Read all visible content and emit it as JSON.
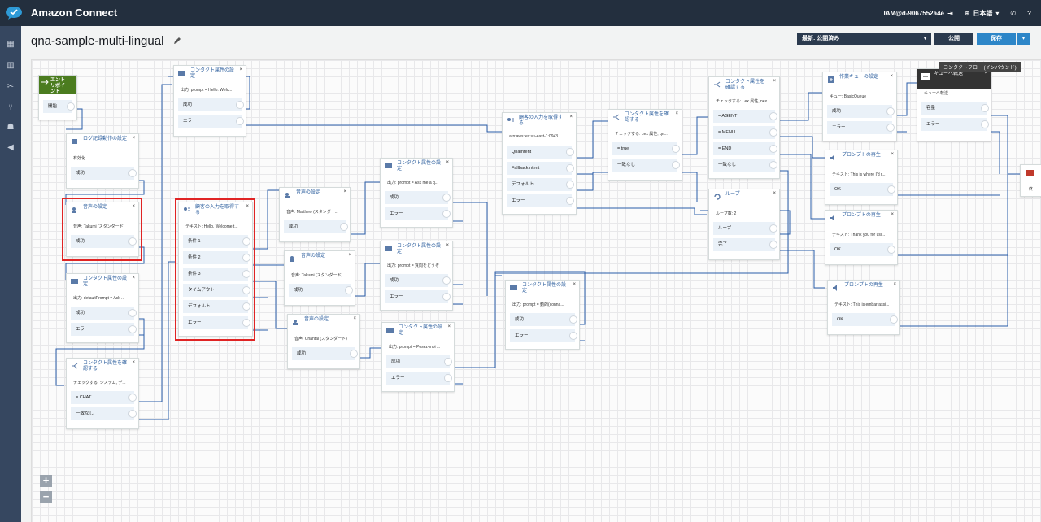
{
  "app": {
    "brand": "Amazon Connect"
  },
  "topbar": {
    "user": "IAM@d-9067552a4e",
    "language": "日本語",
    "help": "?"
  },
  "header": {
    "title": "qna-sample-multi-lingual",
    "version": "最新: 公開済み",
    "publish": "公開",
    "save": "保存"
  },
  "tooltip": "コンタクトフロー (インバウンド)",
  "blocks": {
    "entry": {
      "title": "エントリポイント",
      "rows": [
        "開始"
      ]
    },
    "log": {
      "title": "ログ記録動作の設定",
      "body": "有効化",
      "rows": [
        "成功"
      ]
    },
    "voice1": {
      "title": "音声の設定",
      "body": "音声: Takumi (スタンダード)",
      "rows": [
        "成功"
      ]
    },
    "attr_default": {
      "title": "コンタクト属性の設定",
      "body": "出力: defaultPrompt = Ask ...",
      "rows": [
        "成功",
        "エラー"
      ]
    },
    "check_lang": {
      "title": "コンタクト属性を確認する",
      "body": "チェックする: システム, デ...",
      "rows": [
        "= CHAT",
        "一致なし"
      ]
    },
    "attr_hello": {
      "title": "コンタクト属性の設定",
      "body": "出力: prompt = Hello. Welc...",
      "rows": [
        "成功",
        "エラー"
      ]
    },
    "input_lang": {
      "title": "顧客の入力を取得する",
      "body": "テキスト: Hello. Welcome t...",
      "rows": [
        "条件 1",
        "条件 2",
        "条件 3",
        "タイムアウト",
        "デフォルト",
        "エラー"
      ]
    },
    "voice_matthew": {
      "title": "音声の設定",
      "body": "音声: Matthew (スタンダー...",
      "rows": [
        "成功"
      ]
    },
    "voice_takumi": {
      "title": "音声の設定",
      "body": "音声: Takumi (スタンダード)",
      "rows": [
        "成功"
      ]
    },
    "voice_chantal": {
      "title": "音声の設定",
      "body": "音声: Chantal (スタンダード)",
      "rows": [
        "成功"
      ]
    },
    "attr_en": {
      "title": "コンタクト属性の設定",
      "body": "出力: prompt = Ask me a q...",
      "rows": [
        "成功",
        "エラー"
      ]
    },
    "attr_ja": {
      "title": "コンタクト属性の設定",
      "body": "出力: prompt = 質問をどうぞ",
      "rows": [
        "成功",
        "エラー"
      ]
    },
    "attr_fr": {
      "title": "コンタクト属性の設定",
      "body": "出力: prompt = Posez-moi ...",
      "rows": [
        "成功",
        "エラー"
      ]
    },
    "input_lex": {
      "title": "顧客の入力を取得する",
      "body": "arn:aws:lex:us-east-1:0943...",
      "rows": [
        "QnaIntent",
        "FallbackIntent",
        "デフォルト",
        "エラー"
      ]
    },
    "attr_conn": {
      "title": "コンタクト属性の設定",
      "body": "出力: prompt = 動的(conna...",
      "rows": [
        "成功",
        "エラー"
      ]
    },
    "check_lex": {
      "title": "コンタクト属性を確認する",
      "body": "チェックする: Lex 属性, qn...",
      "rows": [
        "= true",
        "一致なし"
      ]
    },
    "check_lex2": {
      "title": "コンタクト属性を確認する",
      "body": "チェックする: Lex 属性, nex...",
      "rows": [
        "= AGENT",
        "= MENU",
        "= END",
        "一致なし"
      ]
    },
    "loop": {
      "title": "ループ",
      "body": "ループ数: 2",
      "rows": [
        "ループ",
        "完了"
      ]
    },
    "work_queue": {
      "title": "作業キューの設定",
      "body": "キュー: BasicQueue",
      "rows": [
        "成功",
        "エラー"
      ]
    },
    "transfer": {
      "title": "キューへ転送",
      "body": "キューへ転送",
      "rows": [
        "容量",
        "エラー"
      ]
    },
    "prompt1": {
      "title": "プロンプトの再生",
      "body": "テキスト: This is where I'd r...",
      "rows": [
        "OK"
      ]
    },
    "prompt2": {
      "title": "プロンプトの再生",
      "body": "テキスト: Thank you for usi...",
      "rows": [
        "OK"
      ]
    },
    "prompt3": {
      "title": "プロンプトの再生",
      "body": "テキスト: This is embarrassi...",
      "rows": [
        "OK"
      ]
    },
    "end": {
      "title": "終"
    }
  },
  "colors": {
    "topbar": "#232f3e",
    "sidebar": "#364760",
    "wire": "#2a5ca8",
    "highlight": "#e02424",
    "accent": "#2d86c8"
  }
}
